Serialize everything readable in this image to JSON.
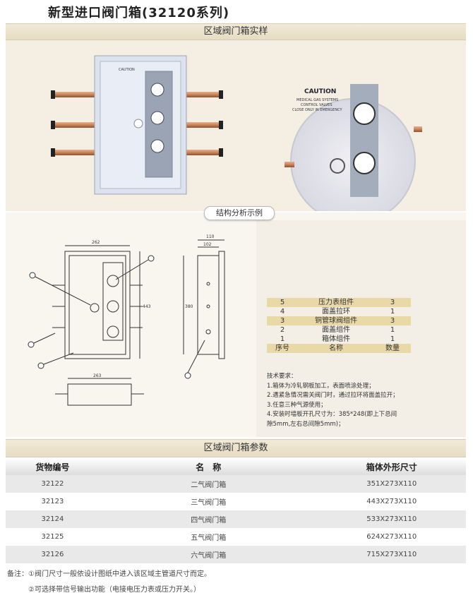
{
  "page": {
    "title": "新型进口阀门箱(32120系列)"
  },
  "photo_section": {
    "heading": "区域阀门箱实样",
    "box_label": {
      "caution": "CAUTION",
      "lines": [
        "MEDICAL GAS SYSTEMS",
        "CONTROL VALVES",
        "CLOSE ONLY IN EMERGENCY"
      ]
    }
  },
  "structure_section": {
    "heading": "结构分析示例",
    "dims": {
      "width_top": "262",
      "height_right": "443",
      "depth_top": "110",
      "depth_inner": "102",
      "side_height": "380",
      "bottom_width": "263"
    },
    "parts": [
      {
        "no": "5",
        "name": "压力表组件",
        "qty": "3"
      },
      {
        "no": "4",
        "name": "面盖拉环",
        "qty": "1"
      },
      {
        "no": "3",
        "name": "铜管球阀组件",
        "qty": "3"
      },
      {
        "no": "2",
        "name": "面盖组件",
        "qty": "1"
      },
      {
        "no": "1",
        "name": "箱体组件",
        "qty": "1"
      }
    ],
    "parts_header": {
      "no": "序号",
      "name": "名称",
      "qty": "数量"
    },
    "requirements": [
      "技术要求：",
      "1.箱体为冷轧钢板加工，表面喷涂处理；",
      "2.遇紧急情况需关阀门时，通过拉环将面盖拉开；",
      "3.任意三种气源使用；",
      "4.安装时墙板开孔尺寸为：385*248(即上下总间",
      "隙5mm,左右总间隙5mm)；"
    ]
  },
  "params_section": {
    "heading": "区域阀门箱参数",
    "columns": [
      "货物编号",
      "名　称",
      "箱体外形尺寸"
    ],
    "rows": [
      [
        "32122",
        "二气阀门箱",
        "351X273X110"
      ],
      [
        "32123",
        "三气阀门箱",
        "443X273X110"
      ],
      [
        "32124",
        "四气阀门箱",
        "533X273X110"
      ],
      [
        "32125",
        "五气阀门箱",
        "624X273X110"
      ],
      [
        "32126",
        "六气阀门箱",
        "715X273X110"
      ]
    ]
  },
  "notes": [
    "备注：①阀门尺寸一般依设计图纸中进入该区域主管道尺寸而定。",
    "②可选择带信号输出功能（电接电压力表或压力开关。）"
  ],
  "colors": {
    "band": "#e6dcc3",
    "photo_bg": "#f4efe2",
    "copper": "#c9835a",
    "parts_highlight": "#e9d9a6"
  }
}
